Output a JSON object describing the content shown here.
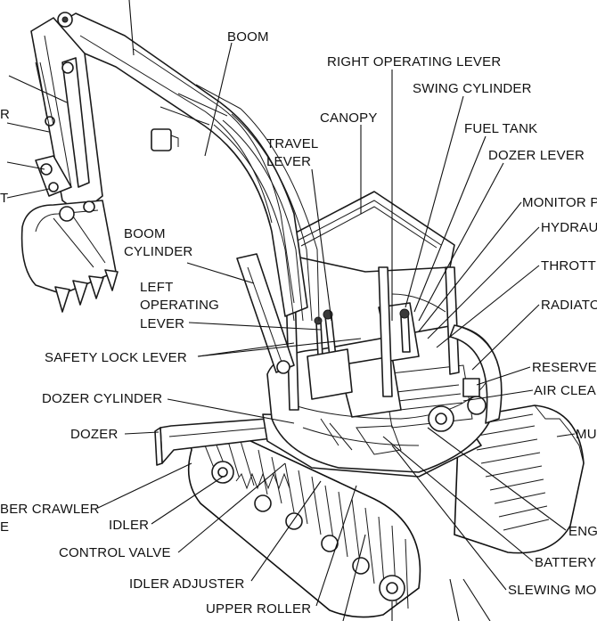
{
  "labels": {
    "boom": "BOOM",
    "right_operating_lever": "RIGHT OPERATING LEVER",
    "swing_cylinder": "SWING CYLINDER",
    "canopy": "CANOPY",
    "fuel_tank": "FUEL TANK",
    "travel_lever_1": "TRAVEL",
    "travel_lever_2": "LEVER",
    "dozer_lever": "DOZER LEVER",
    "monitor": "MONITOR P",
    "hydraulic": "HYDRAU",
    "throttle": "THROTTL",
    "boom_cylinder_1": "BOOM",
    "boom_cylinder_2": "CYLINDER",
    "left_operating_lever_1": "LEFT",
    "left_operating_lever_2": "OPERATING",
    "left_operating_lever_3": "LEVER",
    "radiator": "RADIATOR",
    "safety_lock_lever": "SAFETY LOCK LEVER",
    "reserve": "RESERVE",
    "air_cleaner": "AIR CLEA",
    "dozer_cylinder": "DOZER CYLINDER",
    "dozer": "DOZER",
    "muffler": "MU",
    "rubber_crawler_1": "BER CRAWLER",
    "rubber_crawler_2": "E",
    "idler": "IDLER",
    "control_valve": "CONTROL VALVE",
    "engine": "ENG",
    "battery": "BATTERY",
    "idler_adjuster": "IDLER ADJUSTER",
    "slewing_motor": "SLEWING MO",
    "upper_roller": "UPPER ROLLER",
    "left_r": "R",
    "left_t": "T"
  }
}
